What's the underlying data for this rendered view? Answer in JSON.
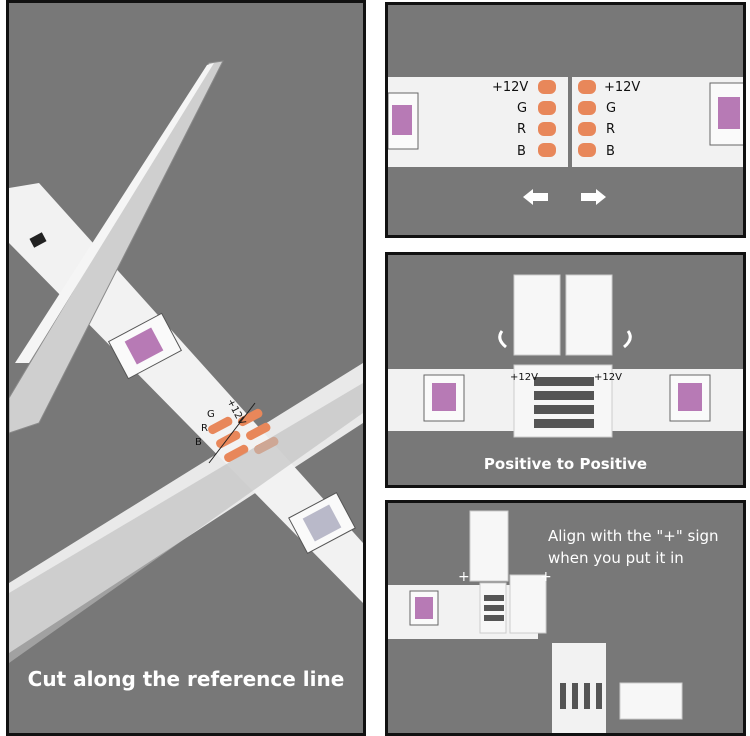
{
  "panel_left": {
    "caption": "Cut along the reference line",
    "pad_labels": [
      "+12V",
      "G",
      "R",
      "B"
    ]
  },
  "panel_top_right": {
    "left_labels": [
      "+12V",
      "G",
      "R",
      "B"
    ],
    "right_labels": [
      "+12V",
      "G",
      "R",
      "B"
    ]
  },
  "panel_middle_right": {
    "caption": "Positive to Positive",
    "left_label": "+12V",
    "right_label": "+12V"
  },
  "panel_bottom_right": {
    "caption_line1": "Align with the \"+\" sign",
    "caption_line2": "when you put it in",
    "plus_left": "+",
    "plus_right": "+"
  },
  "colors": {
    "background": "#787878",
    "strip": "#f2f2f2",
    "copper_pad": "#e8875a",
    "border": "#111111"
  }
}
